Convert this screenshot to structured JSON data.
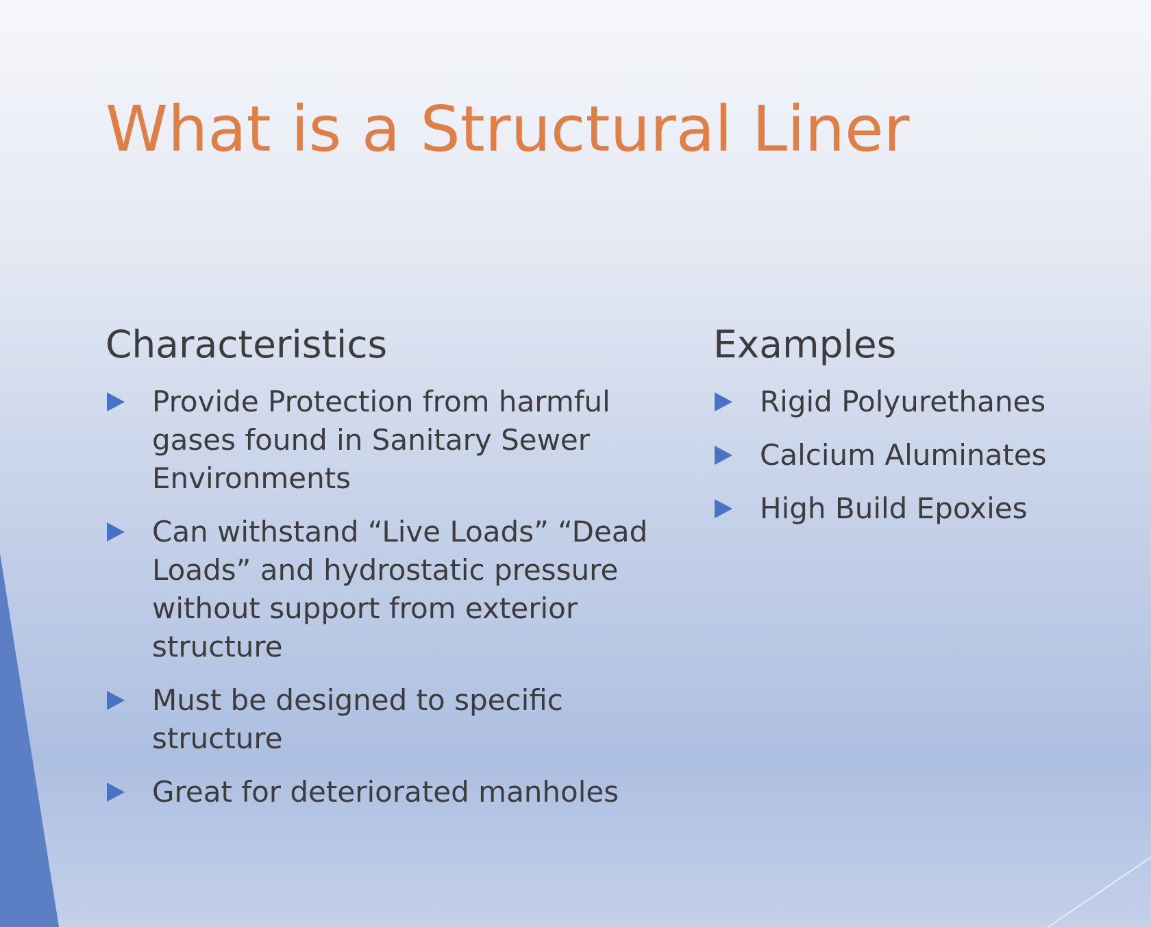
{
  "slide": {
    "title": "What is a Structural Liner",
    "left_column": {
      "heading": "Characteristics",
      "items": [
        "Provide Protection from harmful gases found in Sanitary Sewer Environments",
        "Can withstand “Live Loads” “Dead Loads” and hydrostatic pressure without support from exterior structure",
        "Must be designed to specific structure",
        "Great for deteriorated manholes"
      ]
    },
    "right_column": {
      "heading": "Examples",
      "items": [
        "Rigid Polyurethanes",
        "Calcium Aluminates",
        "High Build Epoxies"
      ]
    },
    "bullet_icon": "triangle-right-icon",
    "colors": {
      "title": "#e07f45",
      "text": "#3c3c3c",
      "bullet": "#4a72c4",
      "accent_shape": "#5b7ec4"
    }
  }
}
